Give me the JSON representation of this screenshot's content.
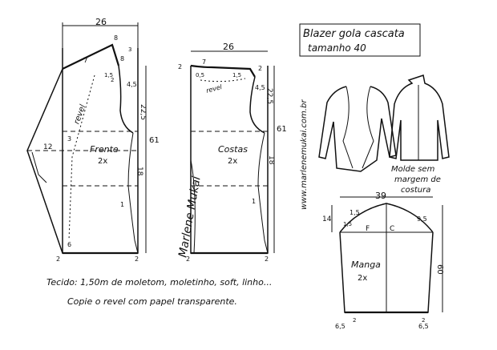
{
  "title_line1": "Blazer gola cascata",
  "title_line2": "tamanho 40",
  "website": "www.marlenemukai.com.br",
  "signature": "Marlene Mukai",
  "note_fabric": "Tecido: 1,50m de moletom, moletinho, soft, linho...",
  "note_facing": "Copie o revel com papel transparente.",
  "note_seam": [
    "Molde sem",
    "margem de",
    "costura"
  ],
  "front": {
    "name": "Frente",
    "count": "2x",
    "width": "26",
    "lengths": [
      "22,5",
      "61",
      "18"
    ],
    "marks": [
      "8",
      "8",
      "7",
      "1,5",
      "4,5",
      "12",
      "3",
      "6",
      "1",
      "2",
      "2",
      "2",
      "3"
    ],
    "facing": "revel"
  },
  "back": {
    "name": "Costas",
    "count": "2x",
    "width": "26",
    "lengths": [
      "22,5",
      "61",
      "18"
    ],
    "marks": [
      "7",
      "2",
      "0,5",
      "1,5",
      "4,5",
      "2",
      "2",
      "2",
      "1"
    ],
    "facing": "revel"
  },
  "sleeve": {
    "name": "Manga",
    "count": "2x",
    "width": "39",
    "height": "60",
    "cap": "14",
    "marks": [
      "1,5",
      "9,5",
      "1,5",
      "F",
      "C",
      "6,5",
      "6,5",
      "2",
      "2"
    ]
  }
}
